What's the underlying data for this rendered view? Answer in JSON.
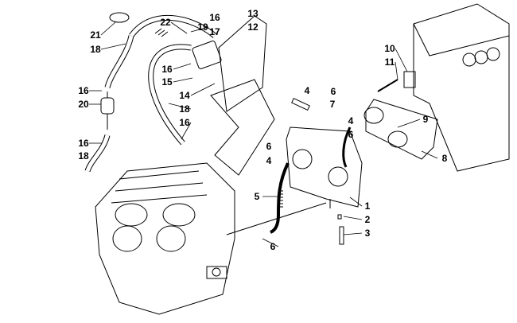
{
  "diagram": {
    "type": "exploded parts diagram",
    "callouts": [
      "21",
      "22",
      "16",
      "13",
      "12",
      "18",
      "19",
      "17",
      "16",
      "15",
      "14",
      "18",
      "16",
      "16",
      "20",
      "16",
      "18",
      "10",
      "11",
      "4",
      "6",
      "7",
      "4",
      "6",
      "9",
      "8",
      "6",
      "4",
      "5",
      "1",
      "2",
      "3",
      "6"
    ]
  }
}
